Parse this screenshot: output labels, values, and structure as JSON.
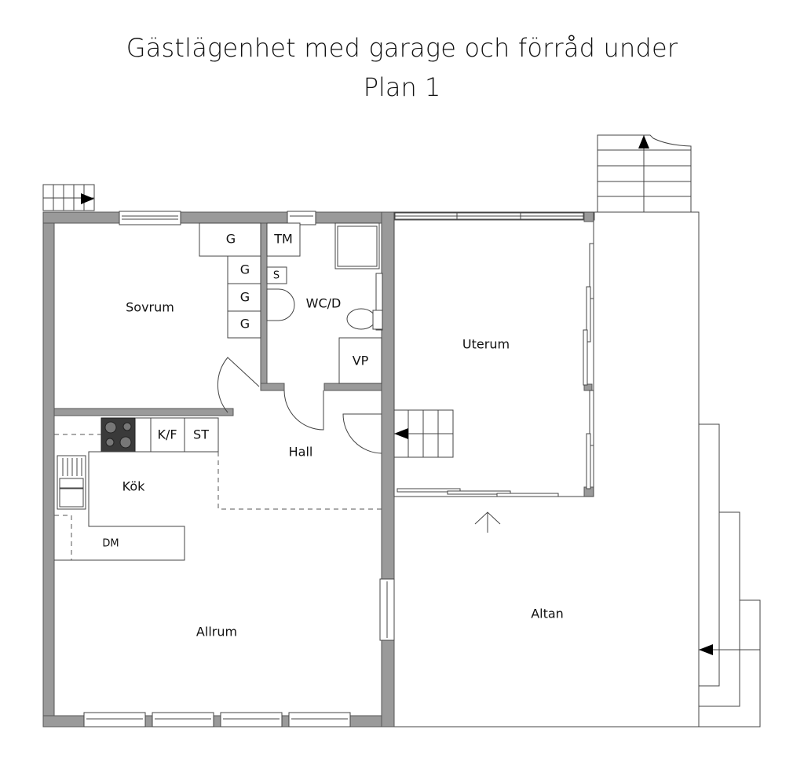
{
  "header": {
    "title": "Gästlägenhet med garage och förråd under",
    "subtitle": "Plan 1"
  },
  "rooms": {
    "sovrum": "Sovrum",
    "wc": "WC/D",
    "uterum": "Uterum",
    "hall": "Hall",
    "kok": "Kök",
    "allrum": "Allrum",
    "altan": "Altan"
  },
  "fixtures": {
    "wardrobe_1": "G",
    "wardrobe_2": "G",
    "wardrobe_3": "G",
    "wardrobe_4": "G",
    "washing_machine": "TM",
    "s_cabinet": "S",
    "water_heater": "VP",
    "fridge_freezer": "K/F",
    "storage": "ST",
    "dishwasher": "DM"
  },
  "colors": {
    "wall_fill": "#9a9a9a",
    "line": "#444444",
    "background": "#ffffff"
  }
}
